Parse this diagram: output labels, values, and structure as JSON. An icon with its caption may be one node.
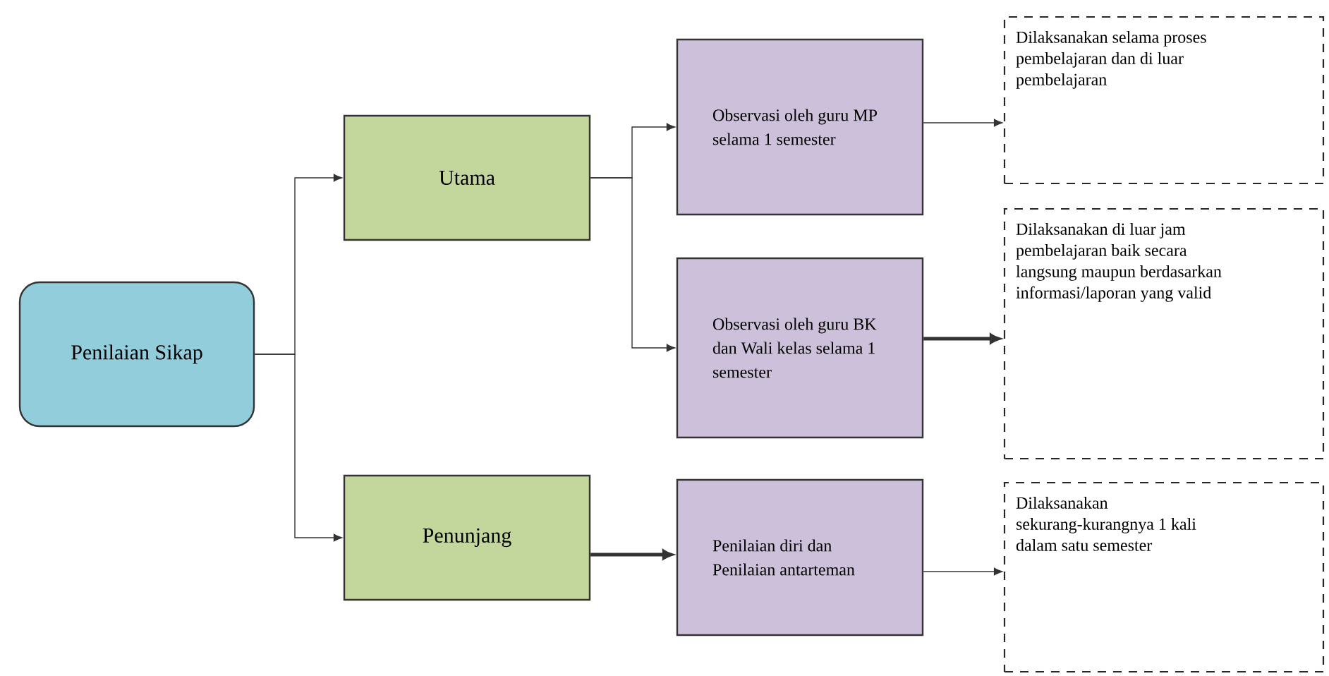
{
  "diagram": {
    "nodes": [
      {
        "text": [
          "Penilaian Sikap"
        ]
      },
      {
        "text": [
          "Utama"
        ]
      },
      {
        "text": [
          "Penunjang"
        ]
      },
      {
        "text": [
          "Observasi oleh guru MP selama 1 semester"
        ]
      },
      {
        "text": [
          "Observasi oleh guru BK dan Wali kelas selama 1 semester"
        ]
      },
      {
        "text": [
          "Penilaian diri dan Penilaian antarteman"
        ]
      },
      {
        "text": [
          "Dilaksanakan selama proses pembelajaran dan di luar pembelajaran"
        ]
      },
      {
        "text": [
          "Dilaksanakan di luar jam pembelajaran baik secara langsung maupun berdasarkan informasi/laporan yang valid"
        ]
      },
      {
        "text": [
          "Dilaksanakan sekurang-kurangnya 1 kali dalam satu semester"
        ]
      }
    ],
    "edges": [
      {
        "from": 0,
        "to": 1,
        "arrow": "to"
      },
      {
        "from": 0,
        "to": 2,
        "arrow": "to"
      },
      {
        "from": 1,
        "to": 3,
        "arrow": "to"
      },
      {
        "from": 1,
        "to": 4,
        "arrow": "to"
      },
      {
        "from": 3,
        "to": 6,
        "arrow": "to"
      },
      {
        "from": 4,
        "to": 7,
        "arrow": "to",
        "style": "thick"
      },
      {
        "from": 2,
        "to": 5,
        "arrow": "to",
        "style": "thick"
      },
      {
        "from": 5,
        "to": 8,
        "arrow": "to"
      }
    ]
  }
}
